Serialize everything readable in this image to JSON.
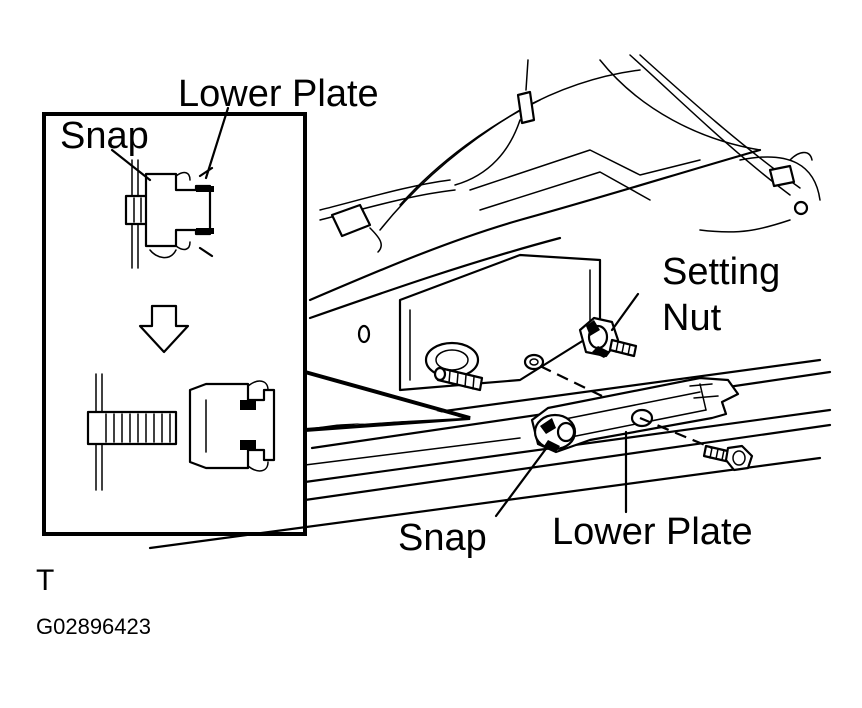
{
  "labels": {
    "inset_lower_plate": "Lower Plate",
    "inset_snap": "Snap",
    "setting_nut": [
      "Setting",
      "Nut"
    ],
    "snap": "Snap",
    "lower_plate": "Lower Plate",
    "corner_mark": "T",
    "figure_id": "G02896423"
  },
  "colors": {
    "ink": "#000000",
    "paper": "#ffffff"
  }
}
